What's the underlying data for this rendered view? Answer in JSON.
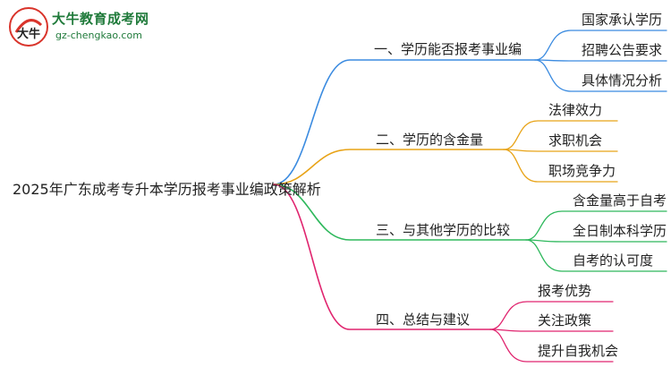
{
  "logo": {
    "title": "大牛教育成考网",
    "url": "gz-chengkao.com",
    "mark_text": "大牛"
  },
  "root": "2025年广东成考专升本学历报考事业编政策解析",
  "branches": [
    {
      "label": "一、学历能否报考事业编",
      "color": "#3b8be0",
      "children": [
        "国家承认学历",
        "招聘公告要求",
        "具体情况分析"
      ]
    },
    {
      "label": "二、学历的含金量",
      "color": "#e8a317",
      "children": [
        "法律效力",
        "求职机会",
        "职场竞争力"
      ]
    },
    {
      "label": "三、与其他学历的比较",
      "color": "#2eb85c",
      "children": [
        "含金量高于自考",
        "全日制本科学历",
        "自考的认可度"
      ]
    },
    {
      "label": "四、总结与建议",
      "color": "#e0256f",
      "children": [
        "报考优势",
        "关注政策",
        "提升自我机会"
      ]
    }
  ]
}
